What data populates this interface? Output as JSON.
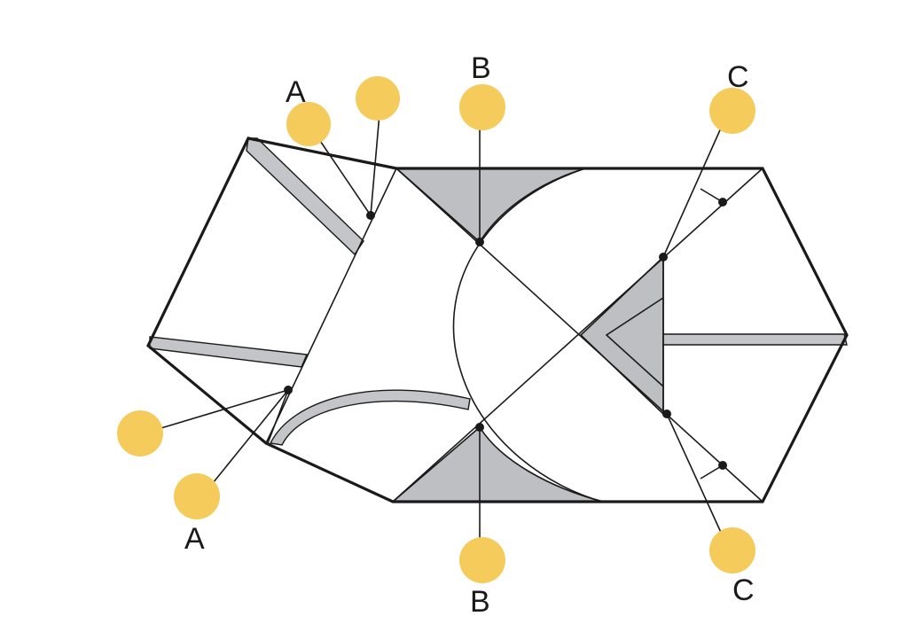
{
  "labels": {
    "a_top": "A",
    "a_bottom": "A",
    "b_top": "B",
    "b_bottom": "B",
    "c_top": "C",
    "c_bottom": "C"
  },
  "colors": {
    "badge": "#f5cb5c",
    "gray": "#bdbfc2",
    "line": "#1a1a1a"
  }
}
